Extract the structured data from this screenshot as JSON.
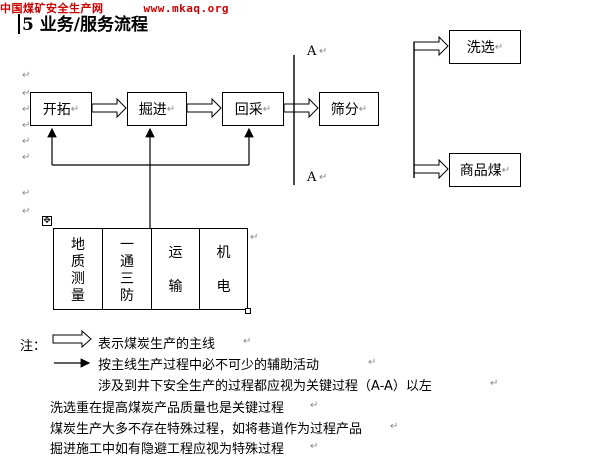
{
  "watermark": {
    "org": "中国煤矿安全生产网",
    "site": "www.mkaq.org"
  },
  "heading": "5  业务/服务流程",
  "paragraph_mark": "↵",
  "flow": {
    "main": [
      "开拓",
      "掘进",
      "回采",
      "筛分"
    ],
    "outputs": [
      "洗选",
      "商品煤"
    ],
    "section_label_top": "A",
    "section_label_bottom": "A"
  },
  "support_table": {
    "columns": [
      {
        "lines": "地\n质\n测\n量"
      },
      {
        "lines": "一\n通\n三\n防"
      },
      {
        "lines": "运\n\n输"
      },
      {
        "lines": "机\n\n电"
      }
    ]
  },
  "notes": {
    "prefix": "注：",
    "legend_main": "表示煤炭生产的主线",
    "legend_aux": "按主线生产过程中必不可少的辅助活动",
    "key_process": "涉及到井下安全生产的过程都应视为关键过程（A-A）以左",
    "line1": "洗选重在提高煤炭产品质量也是关键过程",
    "line2": "煤炭生产大多不存在特殊过程，如将巷道作为过程产品",
    "line3": "掘进施工中如有隐避工程应视为特殊过程"
  }
}
